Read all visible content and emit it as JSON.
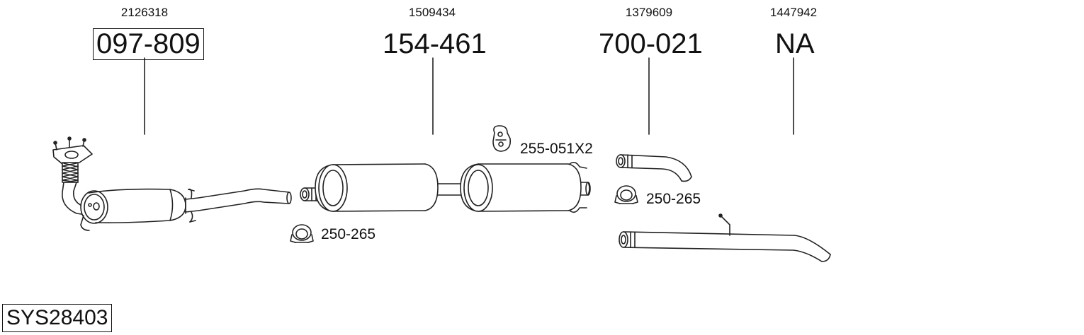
{
  "diagram": {
    "system_code": "SYS28403",
    "parts": [
      {
        "oem": "2126318",
        "part_number": "097-809",
        "boxed": true
      },
      {
        "oem": "1509434",
        "part_number": "154-461",
        "boxed": false
      },
      {
        "oem": "1379609",
        "part_number": "700-021",
        "boxed": false
      },
      {
        "oem": "1447942",
        "part_number": "NA",
        "boxed": false
      }
    ],
    "accessories": [
      {
        "label": "255-051X2",
        "icon": "rubber-hanger-icon"
      },
      {
        "label": "250-265",
        "icon": "clamp-icon"
      },
      {
        "label": "250-265",
        "icon": "clamp-icon"
      }
    ]
  }
}
